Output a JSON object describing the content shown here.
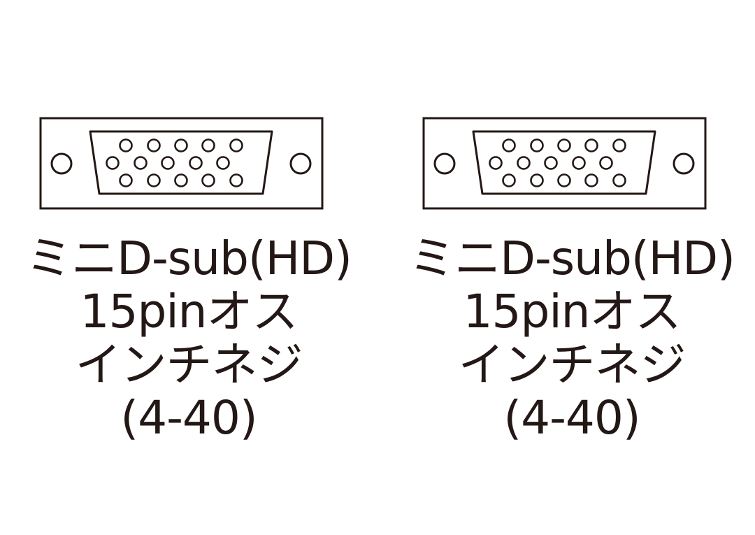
{
  "connectors": [
    {
      "line1": "ミニD-sub(HD)",
      "line2": "15pinオス",
      "line3": "インチネジ",
      "line4": "(4-40)"
    },
    {
      "line1": "ミニD-sub(HD)",
      "line2": "15pinオス",
      "line3": "インチネジ",
      "line4": "(4-40)"
    }
  ],
  "colors": {
    "stroke": "#231815",
    "background": "#ffffff"
  },
  "icons": [
    "vga-connector-icon",
    "vga-connector-icon"
  ]
}
